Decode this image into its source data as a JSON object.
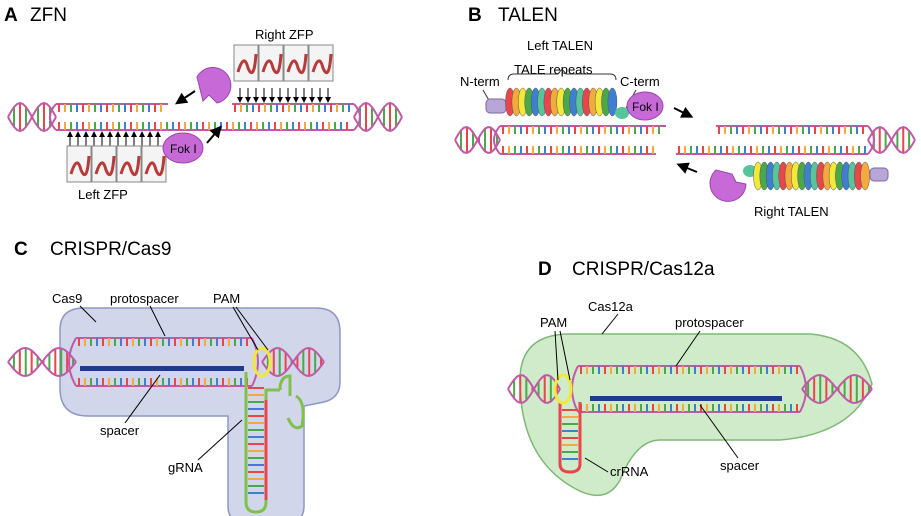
{
  "colors": {
    "backbone": "#c05aa8",
    "rung_a": "#e8464a",
    "rung_b": "#f4a93c",
    "rung_c": "#4aa84a",
    "rung_d": "#3f7fd0",
    "fok": "#c76ad8",
    "zfp": "#b83a3a",
    "cas9_body": "#c9cfe8",
    "cas12a_body": "#c8e8c0",
    "spacer": "#1f3c8c",
    "pam": "#f2e83a"
  },
  "panels": {
    "a": {
      "letter": "A",
      "title": "ZFN",
      "right_zfp": "Right ZFP",
      "left_zfp": "Left ZFP",
      "fok1": "Fok I",
      "fok2": ""
    },
    "b": {
      "letter": "B",
      "title": "TALEN",
      "left_talen": "Left TALEN",
      "tale_repeats": "TALE repeats",
      "n_term": "N-term",
      "c_term": "C-term",
      "fok": "Fok I",
      "right_talen": "Right TALEN"
    },
    "c": {
      "letter": "C",
      "title": "CRISPR/Cas9",
      "cas9": "Cas9",
      "protospacer": "protospacer",
      "pam": "PAM",
      "spacer": "spacer",
      "grna": "gRNA"
    },
    "d": {
      "letter": "D",
      "title": "CRISPR/Cas12a",
      "cas12a": "Cas12a",
      "protospacer": "protospacer",
      "pam": "PAM",
      "spacer": "spacer",
      "crrna": "crRNA"
    }
  }
}
